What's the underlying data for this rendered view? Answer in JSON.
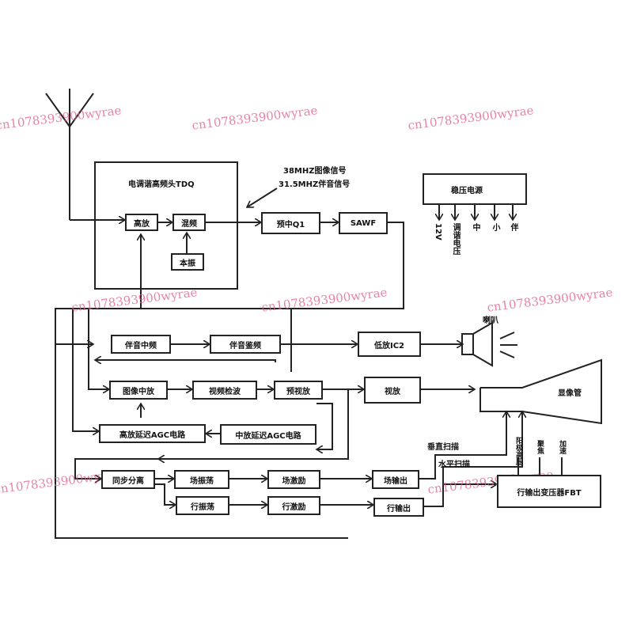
{
  "watermark": "cn1078393900wyrae",
  "tuner_title": "电调谐高频头TDQ",
  "freq_note_1": "38MHZ图像信号",
  "freq_note_2": "31.5MHZ伴音信号",
  "blocks": {
    "rf_amp": "高放",
    "mixer": "混频",
    "local_osc": "本振",
    "pre_if": "预中Q1",
    "saw_filter": "SAWF",
    "regulator": "稳压电源",
    "sound_if": "伴音中频",
    "sound_detector": "伴音鉴频",
    "audio_amp": "低放IC2",
    "speaker": "喇叭",
    "picture_if": "图像中放",
    "video_detector": "视频检波",
    "pre_video": "预视放",
    "video_amp": "视放",
    "crt": "显像管",
    "rf_agc": "高放延迟AGC电路",
    "if_agc": "中放延迟AGC电路",
    "sync_sep": "同步分离",
    "v_osc": "场振荡",
    "v_driver": "场激励",
    "v_output": "场输出",
    "h_osc": "行振荡",
    "h_driver": "行激励",
    "h_output": "行输出",
    "vertical_scan": "垂直扫描",
    "horizontal_scan": "水平扫描",
    "fbt": "行输出变压器FBT"
  },
  "regulator_outputs": [
    "12V",
    "调谐电压",
    "中",
    "小",
    "伴"
  ],
  "fbt_outputs": [
    "阳极高压",
    "聚焦",
    "加速"
  ]
}
